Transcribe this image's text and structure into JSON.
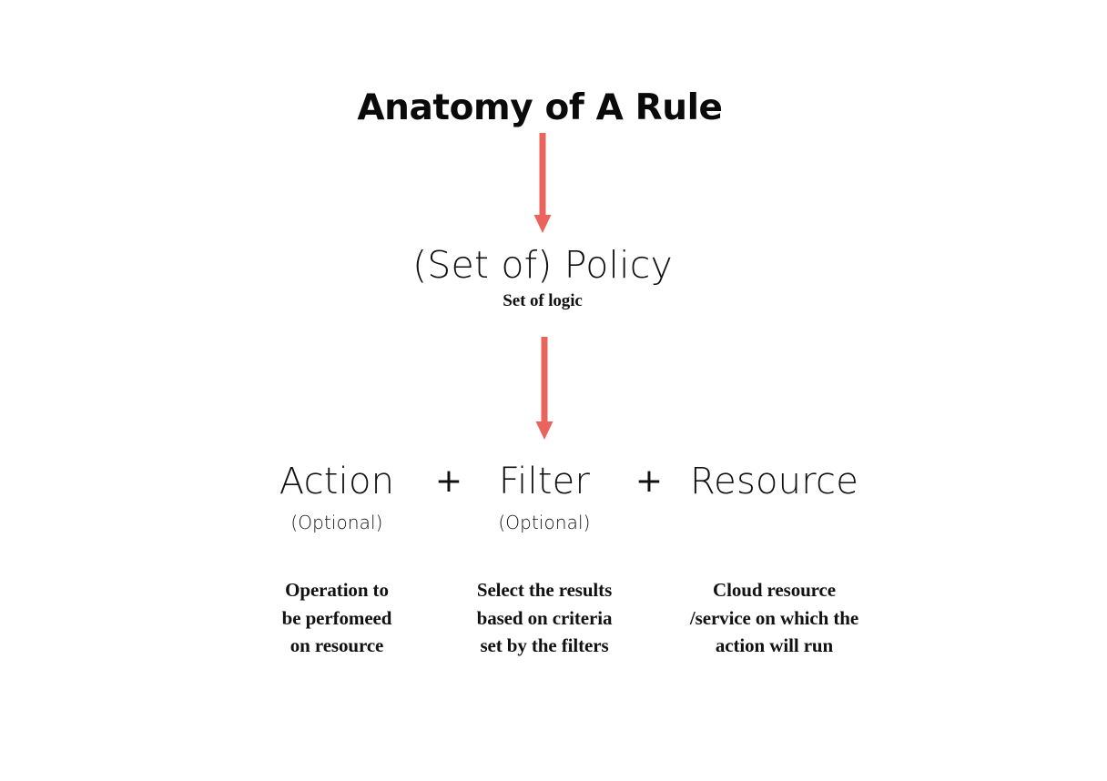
{
  "title": "Anatomy of A Rule",
  "theme": {
    "background": "#ffffff",
    "text_color": "#111111",
    "arrow_color": "#e8645c"
  },
  "policy": {
    "label": "(Set of) Policy",
    "sublabel": "Set of logic"
  },
  "operators": {
    "plus_1": "+",
    "plus_2": "+"
  },
  "components": [
    {
      "name": "Action",
      "optional_label": "(Optional)",
      "description_lines": [
        "Operation to",
        "be perfomeed",
        "on resource"
      ]
    },
    {
      "name": "Filter",
      "optional_label": "(Optional)",
      "description_lines": [
        "Select the results",
        "based on criteria",
        "set by the filters"
      ]
    },
    {
      "name": "Resource",
      "optional_label": "",
      "description_lines": [
        "Cloud resource",
        "/service on which the",
        "action will run"
      ]
    }
  ],
  "arrows": [
    {
      "name": "arrow-title-to-policy"
    },
    {
      "name": "arrow-policy-to-components"
    }
  ]
}
